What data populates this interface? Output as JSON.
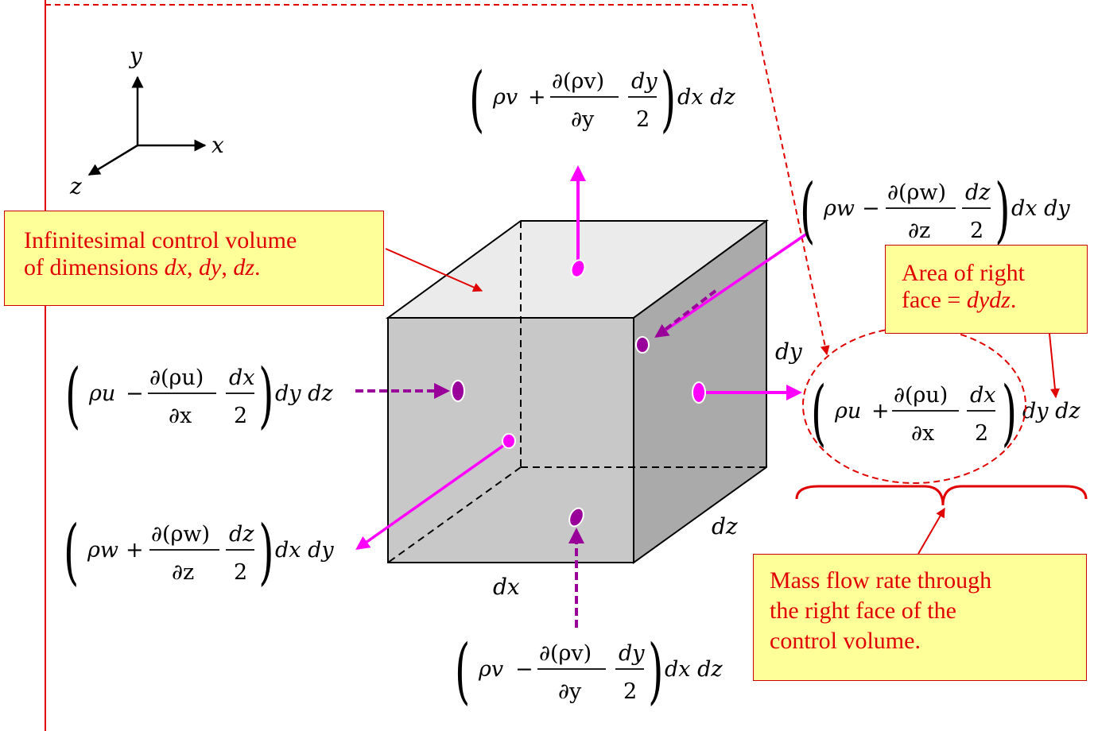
{
  "axes": {
    "x": "x",
    "y": "y",
    "z": "z"
  },
  "dimensions": {
    "dx": "dx",
    "dy": "dy",
    "dz": "dz"
  },
  "flux_terms": {
    "top": {
      "sym": "ρv",
      "op": "+",
      "num": "∂(ρv)",
      "den": "∂y",
      "half_num": "dy",
      "half_den": "2",
      "area": "dx dz"
    },
    "bottom": {
      "sym": "ρv",
      "op": "−",
      "num": "∂(ρv)",
      "den": "∂y",
      "half_num": "dy",
      "half_den": "2",
      "area": "dx dz"
    },
    "left": {
      "sym": "ρu",
      "op": "−",
      "num": "∂(ρu)",
      "den": "∂x",
      "half_num": "dx",
      "half_den": "2",
      "area": "dy dz"
    },
    "right": {
      "sym": "ρu",
      "op": "+",
      "num": "∂(ρu)",
      "den": "∂x",
      "half_num": "dx",
      "half_den": "2",
      "area": "dy dz"
    },
    "back": {
      "sym": "ρw",
      "op": "−",
      "num": "∂(ρw)",
      "den": "∂z",
      "half_num": "dz",
      "half_den": "2",
      "area": "dx dy"
    },
    "front": {
      "sym": "ρw",
      "op": "+",
      "num": "∂(ρw)",
      "den": "∂z",
      "half_num": "dz",
      "half_den": "2",
      "area": "dx dy"
    }
  },
  "callouts": {
    "control_volume": {
      "line1": "Infinitesimal control volume",
      "line2_prefix": "of dimensions ",
      "d1": "dx",
      "sep1": ", ",
      "d2": "dy",
      "sep2": ", ",
      "d3": "dz",
      "end": "."
    },
    "area": {
      "line1": "Area of right",
      "line2_prefix": "face = ",
      "value": "dydz",
      "end": "."
    },
    "mass_flow": {
      "line1": "Mass flow rate through",
      "line2": "the right face of the",
      "line3": "control volume."
    }
  },
  "colors": {
    "arrow": "#ff00ff",
    "arrow_in": "#990099",
    "callout_text": "#e00000",
    "callout_bg": "#ffff99",
    "leader": "#e00000",
    "cube_front": "#c8c8c8",
    "cube_side": "#aaaaaa",
    "cube_top": "#ebebeb"
  }
}
